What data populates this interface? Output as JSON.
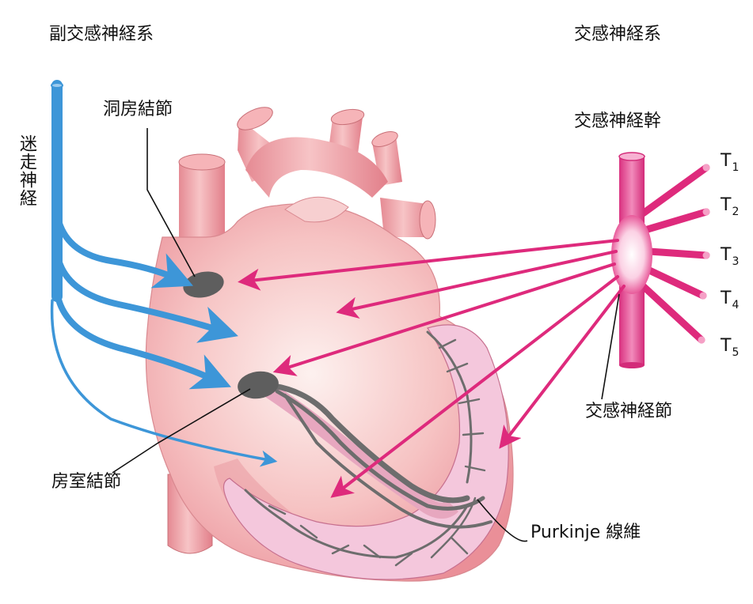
{
  "labels": {
    "parasympathetic": "副交感神経系",
    "sympathetic": "交感神経系",
    "vagus": "迷走神経",
    "sa_node": "洞房結節",
    "sympathetic_trunk": "交感神経幹",
    "sympathetic_ganglion": "交感神経節",
    "av_node": "房室結節",
    "purkinje": "Purkinje 線維"
  },
  "spinal_levels": [
    {
      "letter": "T",
      "num": "1"
    },
    {
      "letter": "T",
      "num": "2"
    },
    {
      "letter": "T",
      "num": "3"
    },
    {
      "letter": "T",
      "num": "4"
    },
    {
      "letter": "T",
      "num": "5"
    }
  ],
  "colors": {
    "parasympathetic": "#3d96d8",
    "sympathetic": "#de2a7c",
    "heart": "#f3a9ae",
    "heart_light": "#fbe3e2",
    "ventricle": "#f2bfd6",
    "node": "#5e5e5e",
    "conduction": "#777777"
  }
}
